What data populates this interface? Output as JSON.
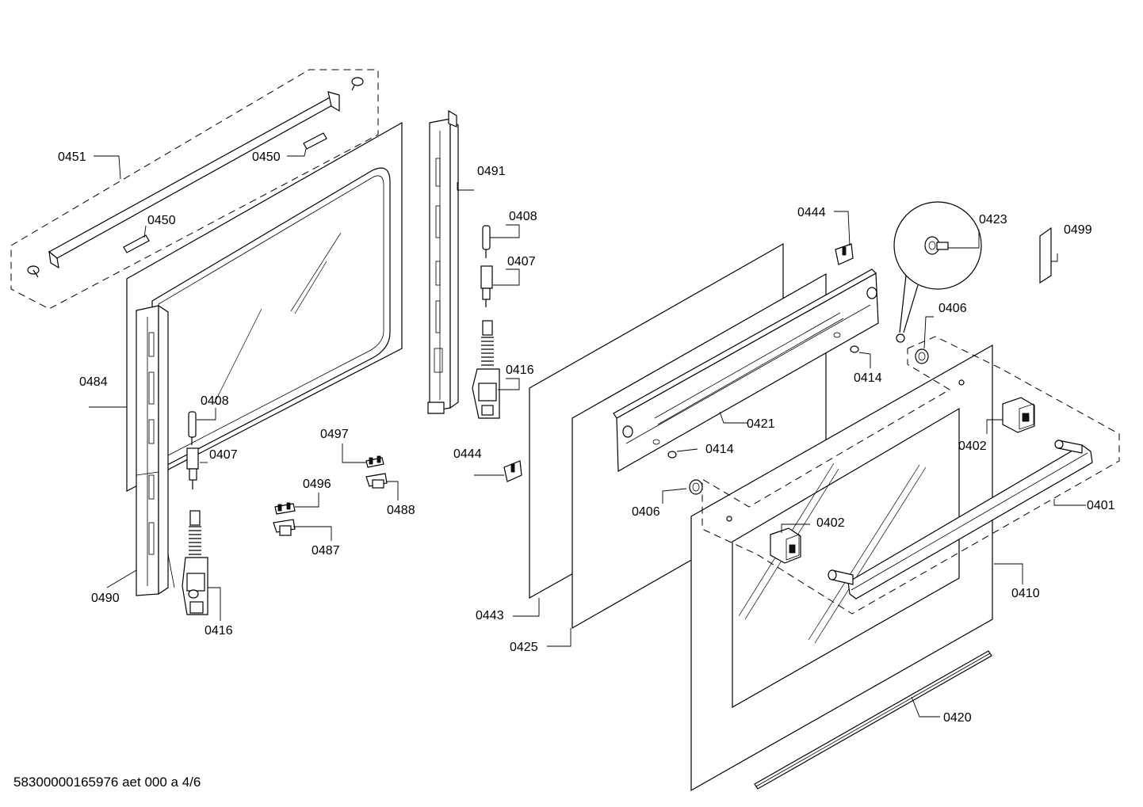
{
  "footer_text": "58300000165976 aet 000 a 4/6",
  "callouts": {
    "c0451": "0451",
    "c0450a": "0450",
    "c0450b": "0450",
    "c0491": "0491",
    "c0408a": "0408",
    "c0407a": "0407",
    "c0416a": "0416",
    "c0484": "0484",
    "c0408b": "0408",
    "c0407b": "0407",
    "c0497": "0497",
    "c0496": "0496",
    "c0488": "0488",
    "c0487": "0487",
    "c0490": "0490",
    "c0416b": "0416",
    "c0444a": "0444",
    "c0444b": "0444",
    "c0423": "0423",
    "c0499": "0499",
    "c0406a": "0406",
    "c0414a": "0414",
    "c0421": "0421",
    "c0414b": "0414",
    "c0406b": "0406",
    "c0402a": "0402",
    "c0402b": "0402",
    "c0401": "0401",
    "c0410": "0410",
    "c0443": "0443",
    "c0425": "0425",
    "c0420": "0420"
  }
}
